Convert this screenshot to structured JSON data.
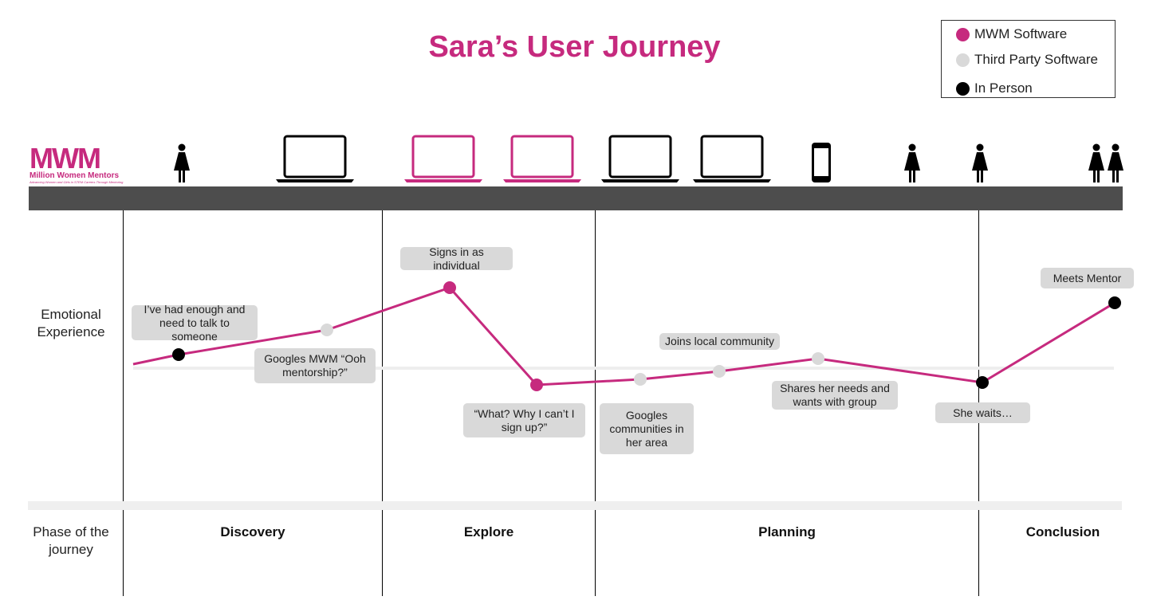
{
  "title": "Sara’s User Journey",
  "legend": [
    {
      "label": "MWM Software",
      "color": "#c62a7e"
    },
    {
      "label": "Third Party Software",
      "color": "#d9d9d9"
    },
    {
      "label": "In Person",
      "color": "#000000"
    }
  ],
  "logo": {
    "mark": "MWM",
    "name": "Million Women Mentors",
    "tagline": "Advancing Women and Girls in STEM Careers Through Mentoring"
  },
  "icons": [
    {
      "name": "woman-icon",
      "kind": "woman",
      "color": "#000000"
    },
    {
      "name": "laptop-icon",
      "kind": "laptop",
      "color": "#000000"
    },
    {
      "name": "laptop-icon",
      "kind": "laptop",
      "color": "#c62a7e"
    },
    {
      "name": "laptop-icon",
      "kind": "laptop",
      "color": "#c62a7e"
    },
    {
      "name": "laptop-icon",
      "kind": "laptop",
      "color": "#000000"
    },
    {
      "name": "laptop-icon",
      "kind": "laptop",
      "color": "#000000"
    },
    {
      "name": "phone-icon",
      "kind": "phone",
      "color": "#000000"
    },
    {
      "name": "woman-icon",
      "kind": "woman",
      "color": "#000000"
    },
    {
      "name": "woman-icon",
      "kind": "woman",
      "color": "#000000"
    },
    {
      "name": "two-women-icon",
      "kind": "two-women",
      "color": "#000000"
    }
  ],
  "rows": {
    "emotional": "Emotional Experience",
    "phase": "Phase of the journey"
  },
  "phases": [
    "Discovery",
    "Explore",
    "Planning",
    "Conclusion"
  ],
  "steps": [
    {
      "text": "I’ve had enough and need to talk to someone",
      "type": "In Person"
    },
    {
      "text": "Googles MWM “Ooh mentorship?”",
      "type": "Third Party Software"
    },
    {
      "text": "Signs in as individual",
      "type": "MWM Software"
    },
    {
      "text": "“What? Why I can’t I sign up?”",
      "type": "MWM Software"
    },
    {
      "text": "Googles communities in her area",
      "type": "Third Party Software"
    },
    {
      "text": "Joins local community",
      "type": "Third Party Software"
    },
    {
      "text": "Shares her needs and wants with group",
      "type": "Third Party Software"
    },
    {
      "text": "She waits…",
      "type": "In Person"
    },
    {
      "text": "Meets Mentor",
      "type": "In Person"
    }
  ]
}
